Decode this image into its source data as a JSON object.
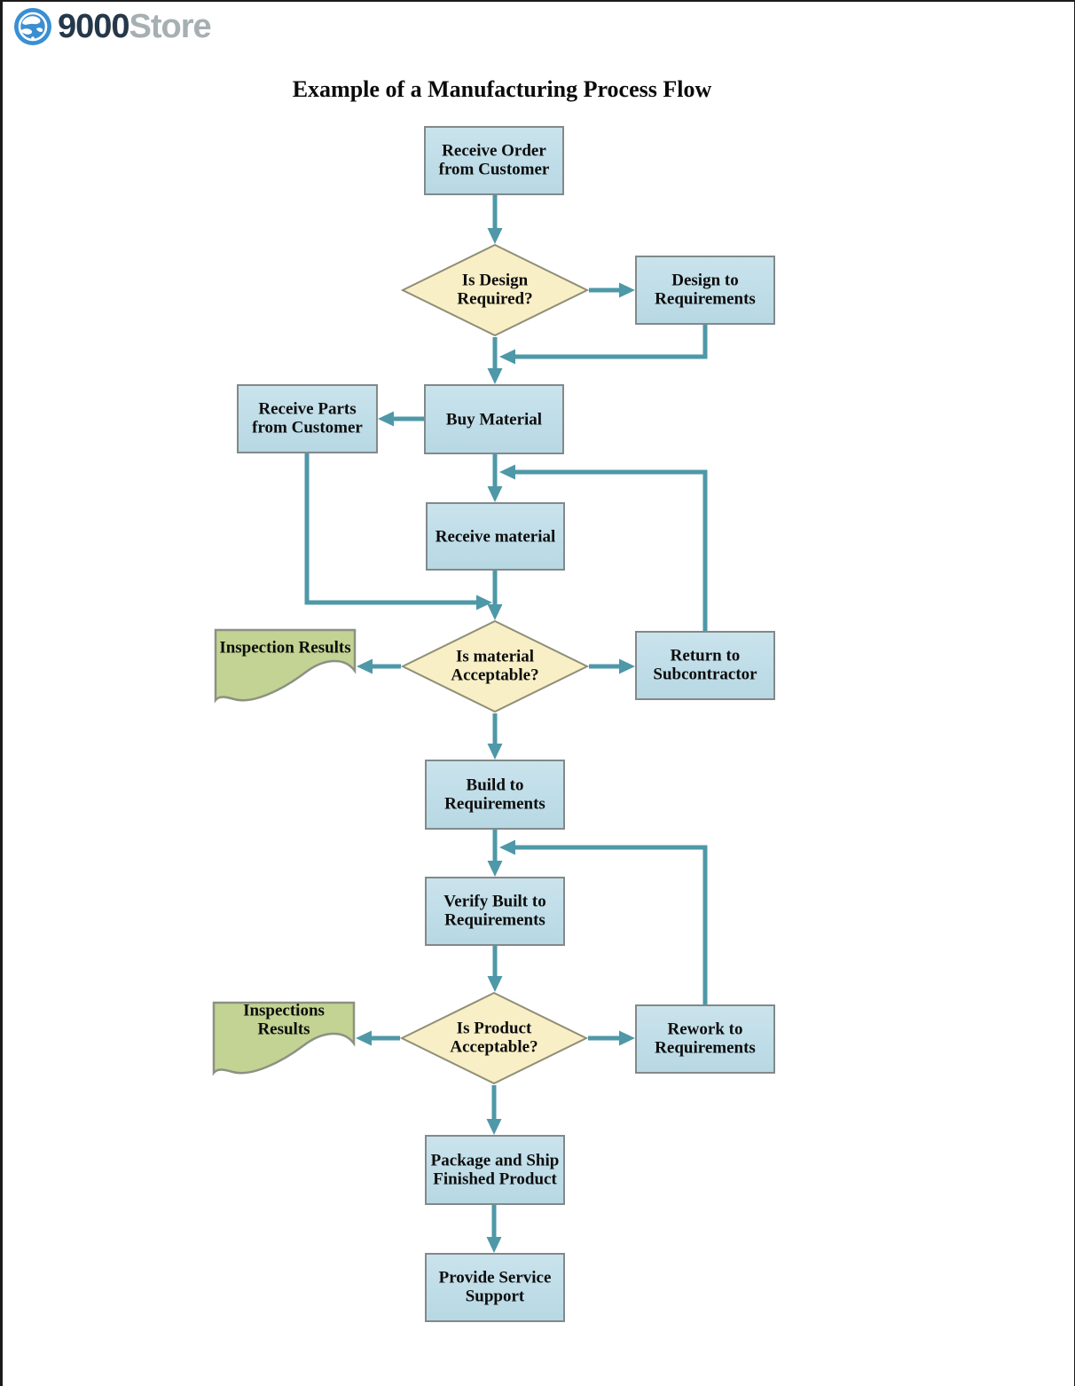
{
  "header": {
    "logo_icon": "globe-icon",
    "logo_text_bold": "9000",
    "logo_text_light": "Store"
  },
  "title": "Example of a Manufacturing Process Flow",
  "colors": {
    "process_fill": "#bfdde8",
    "process_border": "#82898b",
    "decision_fill": "#f8efc7",
    "decision_border": "#908e76",
    "document_fill": "#c3d393",
    "document_border": "#8b9282",
    "connector": "#4e98a8",
    "logo_blue": "#3a8fd3",
    "logo_dark": "#25384a",
    "logo_gray": "#a6afb2"
  },
  "flowchart": {
    "nodes": [
      {
        "id": "receive-order",
        "type": "process",
        "lines": [
          "Receive Order",
          "from Customer"
        ]
      },
      {
        "id": "is-design-required",
        "type": "decision",
        "lines": [
          "Is Design",
          "Required?"
        ]
      },
      {
        "id": "design-to-requirements",
        "type": "process",
        "lines": [
          "Design to",
          "Requirements"
        ]
      },
      {
        "id": "buy-material",
        "type": "process",
        "lines": [
          "Buy Material"
        ]
      },
      {
        "id": "receive-parts",
        "type": "process",
        "lines": [
          "Receive Parts",
          "from Customer"
        ]
      },
      {
        "id": "receive-material",
        "type": "process",
        "lines": [
          "Receive material"
        ]
      },
      {
        "id": "return-to-subcontractor",
        "type": "process",
        "lines": [
          "Return to",
          "Subcontractor"
        ]
      },
      {
        "id": "is-material-acceptable",
        "type": "decision",
        "lines": [
          "Is material",
          "Acceptable?"
        ]
      },
      {
        "id": "inspection-results",
        "type": "document",
        "lines": [
          "Inspection Results"
        ]
      },
      {
        "id": "build-to-requirements",
        "type": "process",
        "lines": [
          "Build to",
          "Requirements"
        ]
      },
      {
        "id": "verify-built",
        "type": "process",
        "lines": [
          "Verify Built to",
          "Requirements"
        ]
      },
      {
        "id": "is-product-acceptable",
        "type": "decision",
        "lines": [
          "Is Product",
          "Acceptable?"
        ]
      },
      {
        "id": "inspections-results",
        "type": "document",
        "lines": [
          "Inspections",
          "Results"
        ]
      },
      {
        "id": "rework-to-requirements",
        "type": "process",
        "lines": [
          "Rework to",
          "Requirements"
        ]
      },
      {
        "id": "package-and-ship",
        "type": "process",
        "lines": [
          "Package and Ship",
          "Finished Product"
        ]
      },
      {
        "id": "provide-service-support",
        "type": "process",
        "lines": [
          "Provide Service",
          "Support"
        ]
      }
    ],
    "edges": [
      {
        "from": "receive-order",
        "to": "is-design-required"
      },
      {
        "from": "is-design-required",
        "to": "design-to-requirements"
      },
      {
        "from": "design-to-requirements",
        "to": "buy-material-line"
      },
      {
        "from": "is-design-required",
        "to": "buy-material"
      },
      {
        "from": "buy-material",
        "to": "receive-parts"
      },
      {
        "from": "buy-material",
        "to": "receive-material"
      },
      {
        "from": "return-to-subcontractor",
        "to": "receive-material-line"
      },
      {
        "from": "receive-material",
        "to": "is-material-acceptable"
      },
      {
        "from": "receive-parts",
        "to": "is-material-acceptable-line"
      },
      {
        "from": "is-material-acceptable",
        "to": "inspection-results"
      },
      {
        "from": "is-material-acceptable",
        "to": "return-to-subcontractor"
      },
      {
        "from": "is-material-acceptable",
        "to": "build-to-requirements"
      },
      {
        "from": "build-to-requirements",
        "to": "verify-built"
      },
      {
        "from": "rework-to-requirements",
        "to": "verify-built-line"
      },
      {
        "from": "verify-built",
        "to": "is-product-acceptable"
      },
      {
        "from": "is-product-acceptable",
        "to": "inspections-results"
      },
      {
        "from": "is-product-acceptable",
        "to": "rework-to-requirements"
      },
      {
        "from": "is-product-acceptable",
        "to": "package-and-ship"
      },
      {
        "from": "package-and-ship",
        "to": "provide-service-support"
      }
    ]
  }
}
